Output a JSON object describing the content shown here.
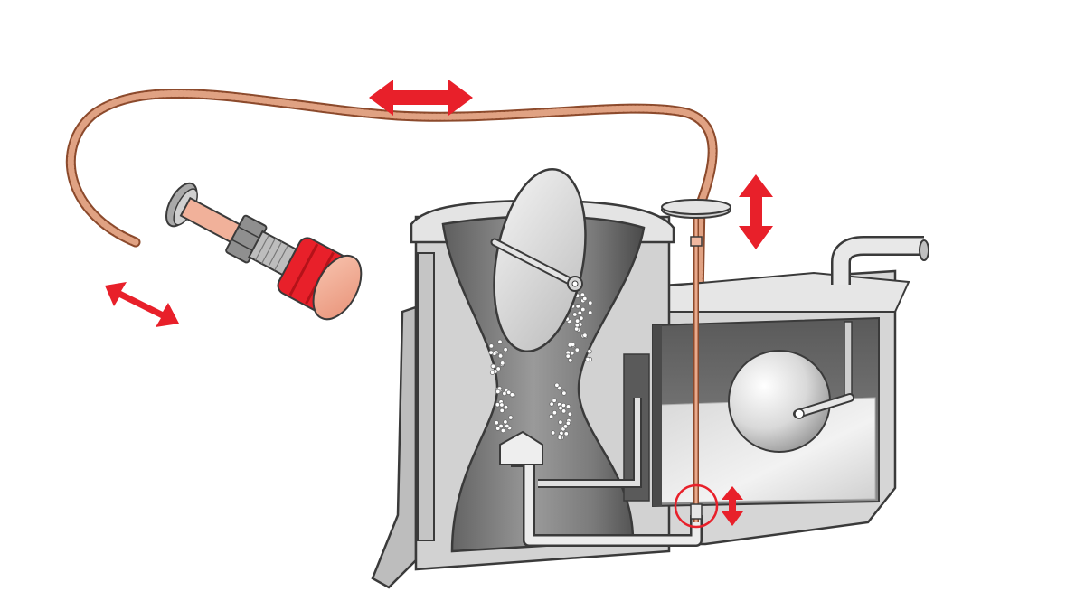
{
  "diagram": {
    "subject": "carburettor-choke-cable-mechanism",
    "labels": [],
    "colors": {
      "background": "#ffffff",
      "outline": "#3a3a3a",
      "body_light": "#d4d4d4",
      "body_mid": "#a8a8a8",
      "body_dark": "#6e6e6e",
      "cable": "#d9906c",
      "cable_dark": "#8c4a2c",
      "knob_red": "#e8202a",
      "knob_face": "#f4b39a",
      "arrow_red": "#e8202a",
      "fuel": "#ececec"
    },
    "motion_indicators": [
      {
        "name": "cable-motion-arrow",
        "direction": "horizontal"
      },
      {
        "name": "knob-motion-arrow",
        "direction": "diagonal"
      },
      {
        "name": "rod-lift-arrow",
        "direction": "vertical"
      },
      {
        "name": "jet-needle-arrow",
        "direction": "vertical"
      }
    ],
    "parts": [
      "choke-knob",
      "choke-cable",
      "throttle-butterfly-valve",
      "venturi",
      "float-chamber",
      "float",
      "jet-needle",
      "fuel-feed-tube",
      "fuel-inlet-pipe"
    ]
  }
}
